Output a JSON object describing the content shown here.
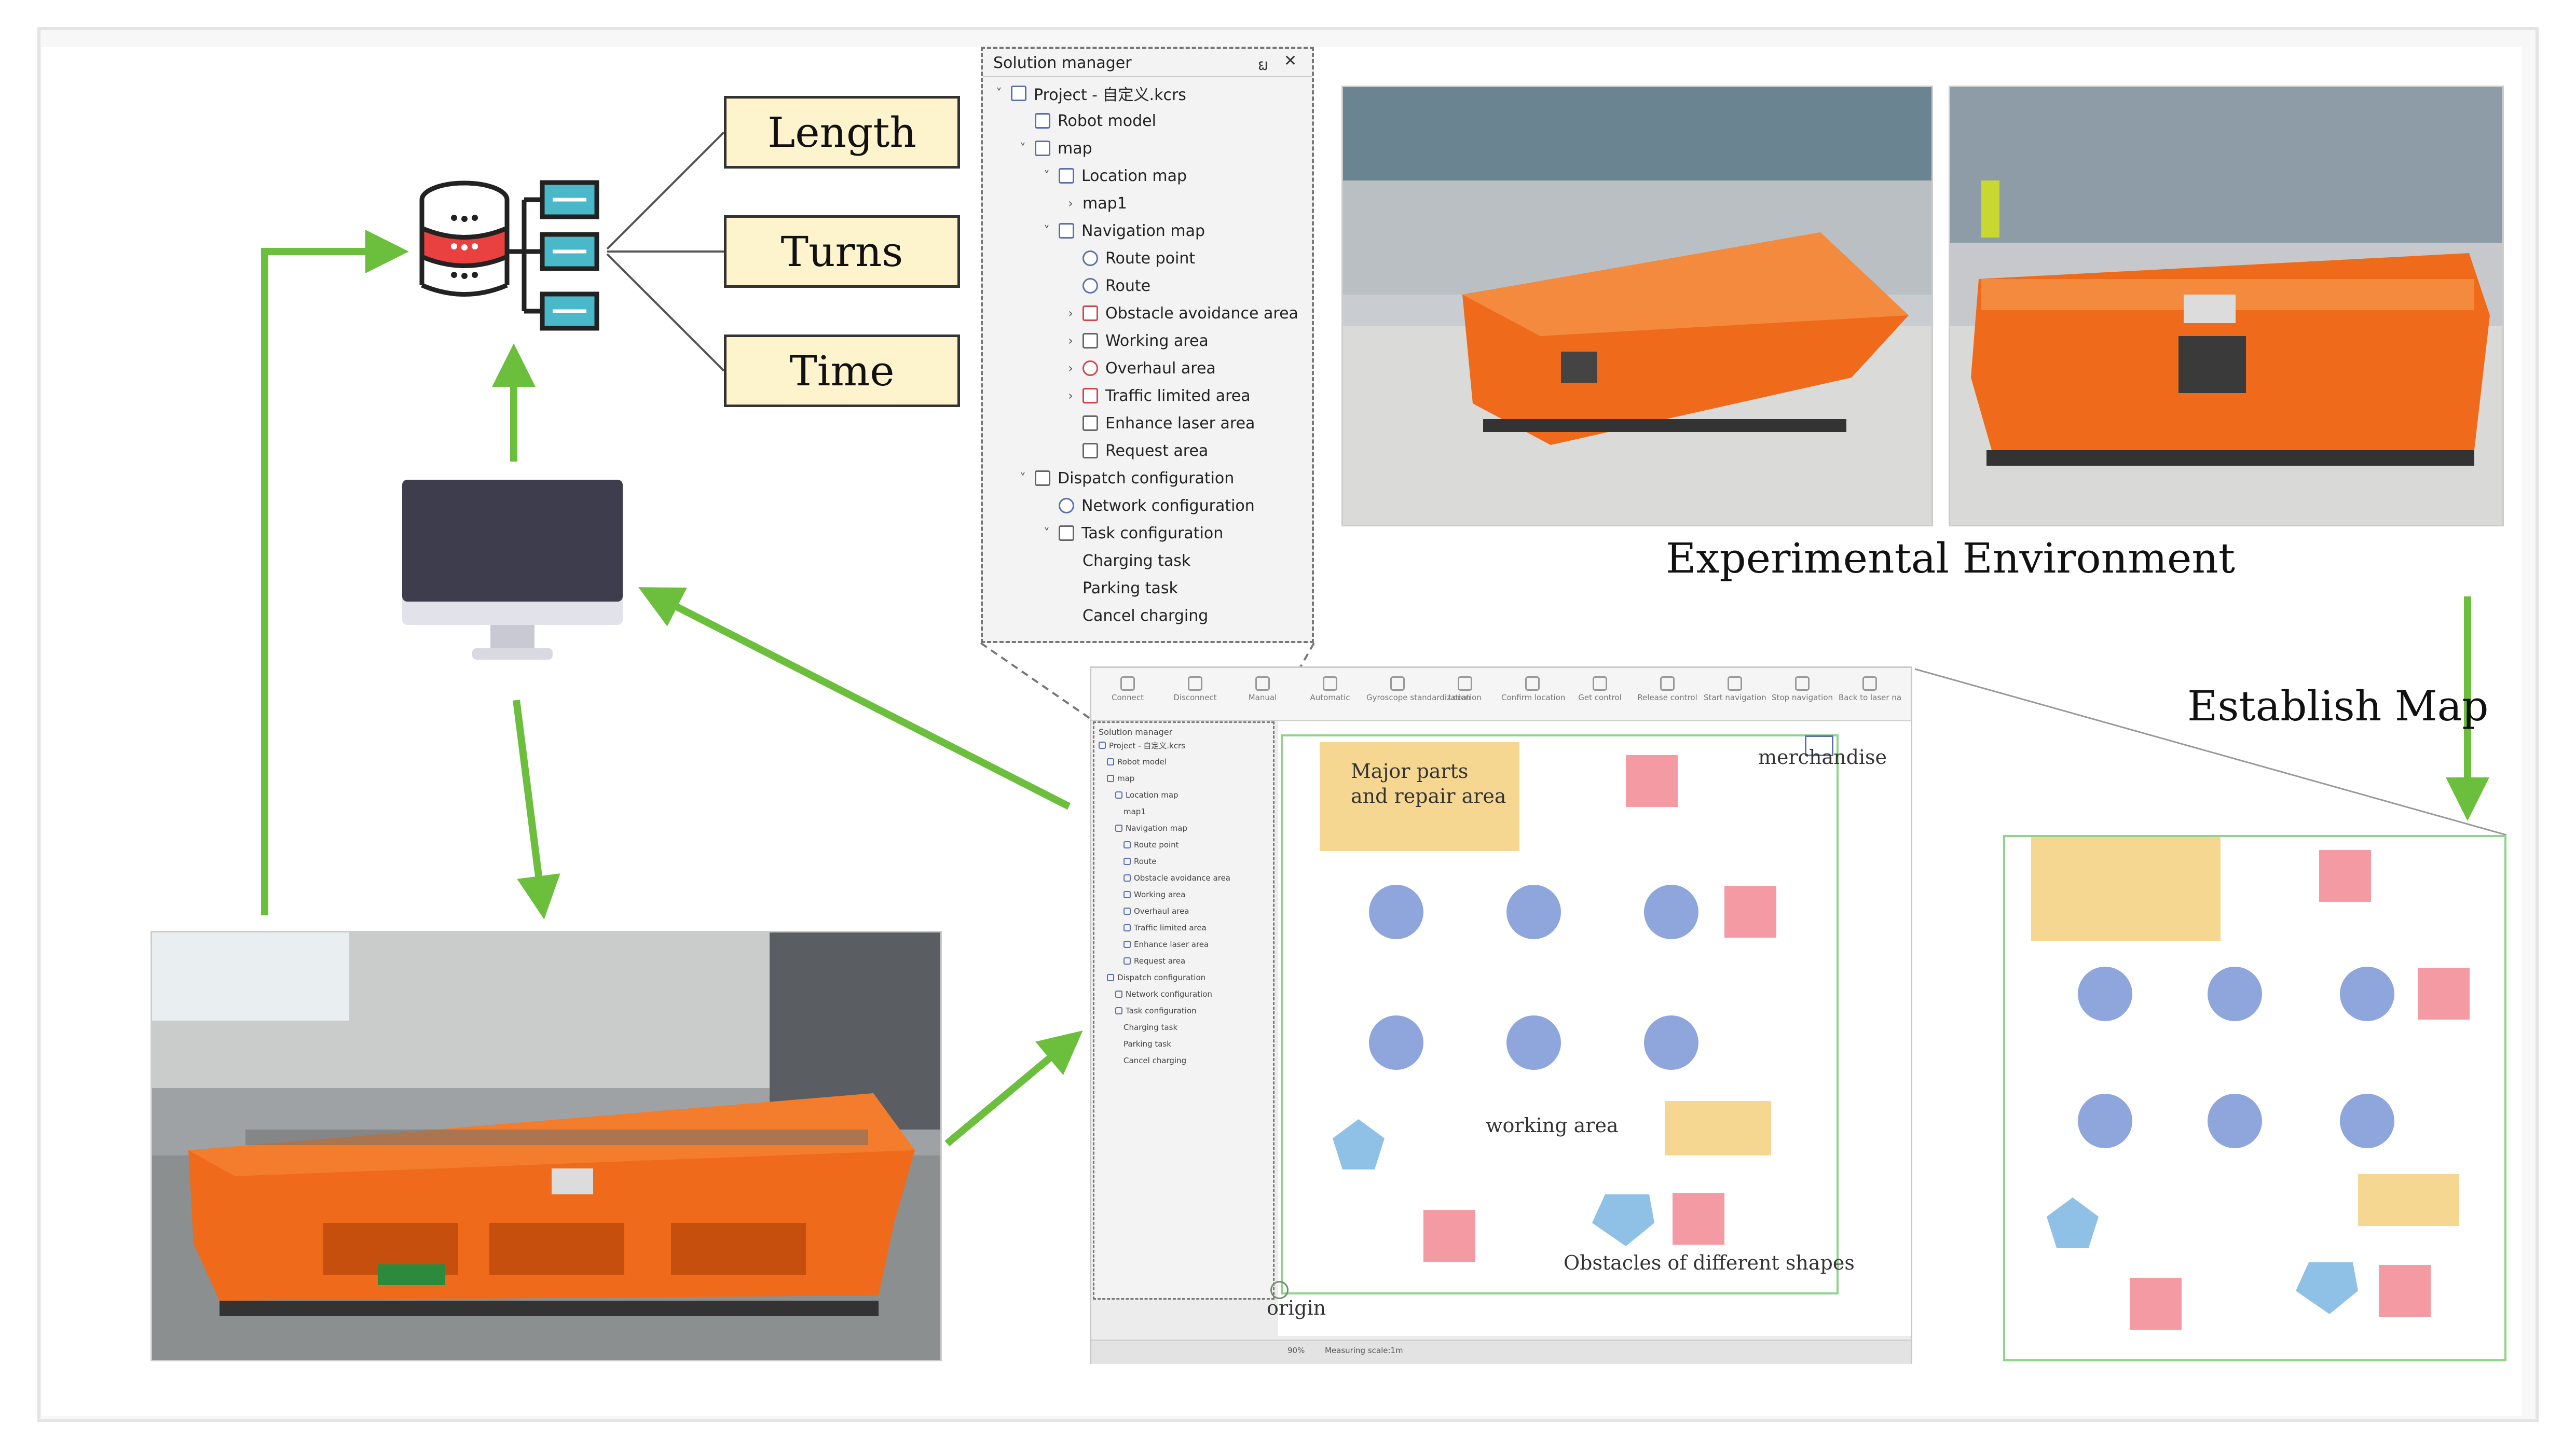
{
  "metrics": [
    "Length",
    "Turns",
    "Time"
  ],
  "solution_manager": {
    "title": "Solution manager",
    "pin_glyph": "ຏ",
    "close_glyph": "✕",
    "tree": [
      {
        "label": "Project - 自定义.kcrs",
        "depth": 0,
        "chevron": "down",
        "icon": "project-icon"
      },
      {
        "label": "Robot model",
        "depth": 1,
        "chevron": "",
        "icon": "robot-model-icon"
      },
      {
        "label": "map",
        "depth": 1,
        "chevron": "down",
        "icon": "map-icon"
      },
      {
        "label": "Location map",
        "depth": 2,
        "chevron": "down",
        "icon": "map-icon"
      },
      {
        "label": "map1",
        "depth": 3,
        "chevron": "right",
        "icon": ""
      },
      {
        "label": "Navigation map",
        "depth": 2,
        "chevron": "down",
        "icon": "map-icon"
      },
      {
        "label": "Route point",
        "depth": 3,
        "chevron": "",
        "icon": "route-point-icon"
      },
      {
        "label": "Route",
        "depth": 3,
        "chevron": "",
        "icon": "route-icon"
      },
      {
        "label": "Obstacle avoidance area",
        "depth": 3,
        "chevron": "right",
        "icon": "obstacle-area-icon"
      },
      {
        "label": "Working area",
        "depth": 3,
        "chevron": "right",
        "icon": "working-area-icon"
      },
      {
        "label": "Overhaul area",
        "depth": 3,
        "chevron": "right",
        "icon": "overhaul-area-icon"
      },
      {
        "label": "Traffic limited area",
        "depth": 3,
        "chevron": "right",
        "icon": "traffic-area-icon"
      },
      {
        "label": "Enhance laser area",
        "depth": 3,
        "chevron": "",
        "icon": "laser-area-icon"
      },
      {
        "label": "Request area",
        "depth": 3,
        "chevron": "",
        "icon": "request-area-icon"
      },
      {
        "label": "Dispatch configuration",
        "depth": 1,
        "chevron": "down",
        "icon": "document-icon"
      },
      {
        "label": "Network configuration",
        "depth": 2,
        "chevron": "",
        "icon": "globe-icon"
      },
      {
        "label": "Task configuration",
        "depth": 2,
        "chevron": "down",
        "icon": "book-icon"
      },
      {
        "label": "Charging task",
        "depth": 3,
        "chevron": "",
        "icon": ""
      },
      {
        "label": "Parking task",
        "depth": 3,
        "chevron": "",
        "icon": ""
      },
      {
        "label": "Cancel charging",
        "depth": 3,
        "chevron": "",
        "icon": ""
      }
    ]
  },
  "experimental_environment_label": "Experimental Environment",
  "establish_map_label": "Establish Map",
  "software": {
    "toolbar": [
      "Connect",
      "Disconnect",
      "Manual",
      "Automatic",
      "Gyroscope standardization",
      "Location",
      "Confirm location",
      "Get control",
      "Release control",
      "Start navigation",
      "Stop navigation",
      "Back to laser na"
    ],
    "status_zoom": "90%",
    "status_scale": "Measuring scale:1m"
  },
  "map": {
    "major_parts_label": "Major parts and repair area",
    "merchandise_label": "merchandise",
    "working_area_label": "working area",
    "obstacles_label": "Obstacles of different shapes",
    "origin_label": "origin"
  },
  "colors": {
    "arrow_green": "#6cbf3c",
    "circle_blue": "#8ea6dc",
    "square_pink": "#f39aa2",
    "rect_yellow": "#f6d792",
    "pentagon_blue": "#8fc1e6",
    "metric_fill": "#fdf3cc"
  }
}
